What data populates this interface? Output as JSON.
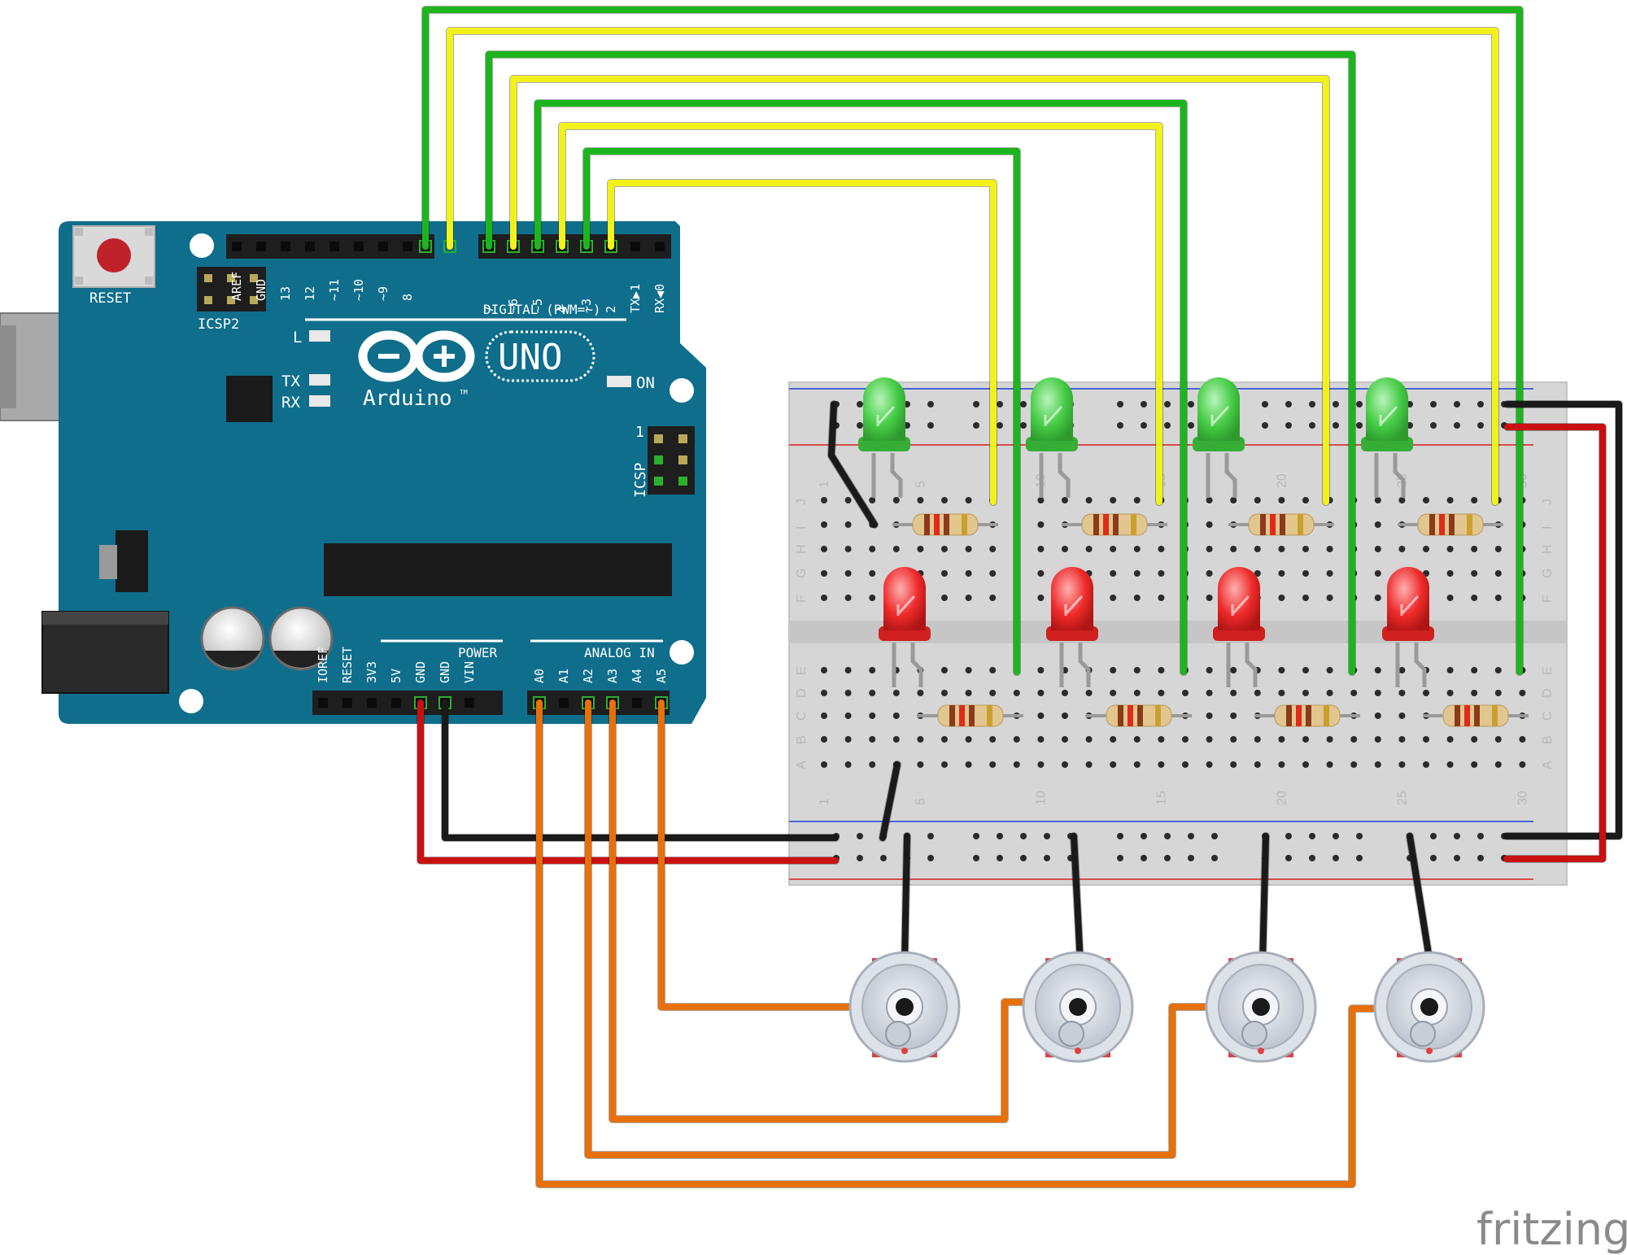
{
  "board": {
    "reset_label": "RESET",
    "icsp2_label": "ICSP2",
    "icsp_label": "ICSP",
    "icsp_pin_one": "1",
    "digital_label": "DIGITAL (PWM=~)",
    "power_label": "POWER",
    "analog_label": "ANALOG IN",
    "model_label": "UNO",
    "brand_label": "Arduino",
    "tm_mark": "TM",
    "led_l": "L",
    "led_tx": "TX",
    "led_rx": "RX",
    "led_on": "ON",
    "top_pins_left": [
      "AREF",
      "GND",
      "13",
      "12",
      "~11",
      "~10",
      "~9",
      "8"
    ],
    "top_pins_right": [
      "7",
      "~6",
      "~5",
      "4",
      "~3",
      "2",
      "TX▶1",
      "RX◀0"
    ],
    "power_pins": [
      "IOREF",
      "RESET",
      "3V3",
      "5V",
      "GND",
      "GND",
      "VIN"
    ],
    "analog_pins": [
      "A0",
      "A1",
      "A2",
      "A3",
      "A4",
      "A5"
    ]
  },
  "breadboard": {
    "column_numbers": [
      "1",
      "5",
      "10",
      "15",
      "20",
      "25",
      "30"
    ],
    "row_letters_top": [
      "J",
      "I",
      "H",
      "G",
      "F"
    ],
    "row_letters_bottom": [
      "E",
      "D",
      "C",
      "B",
      "A"
    ]
  },
  "footer": {
    "brand": "fritzing"
  },
  "colors": {
    "board": "#0f6e8c",
    "wire_green": "#1db51d",
    "wire_yellow": "#f2f21a",
    "wire_orange": "#e8700a",
    "wire_red": "#c91111",
    "wire_black": "#1a1a1a",
    "led_green": "#45cc45",
    "led_red": "#ee2a2a"
  }
}
